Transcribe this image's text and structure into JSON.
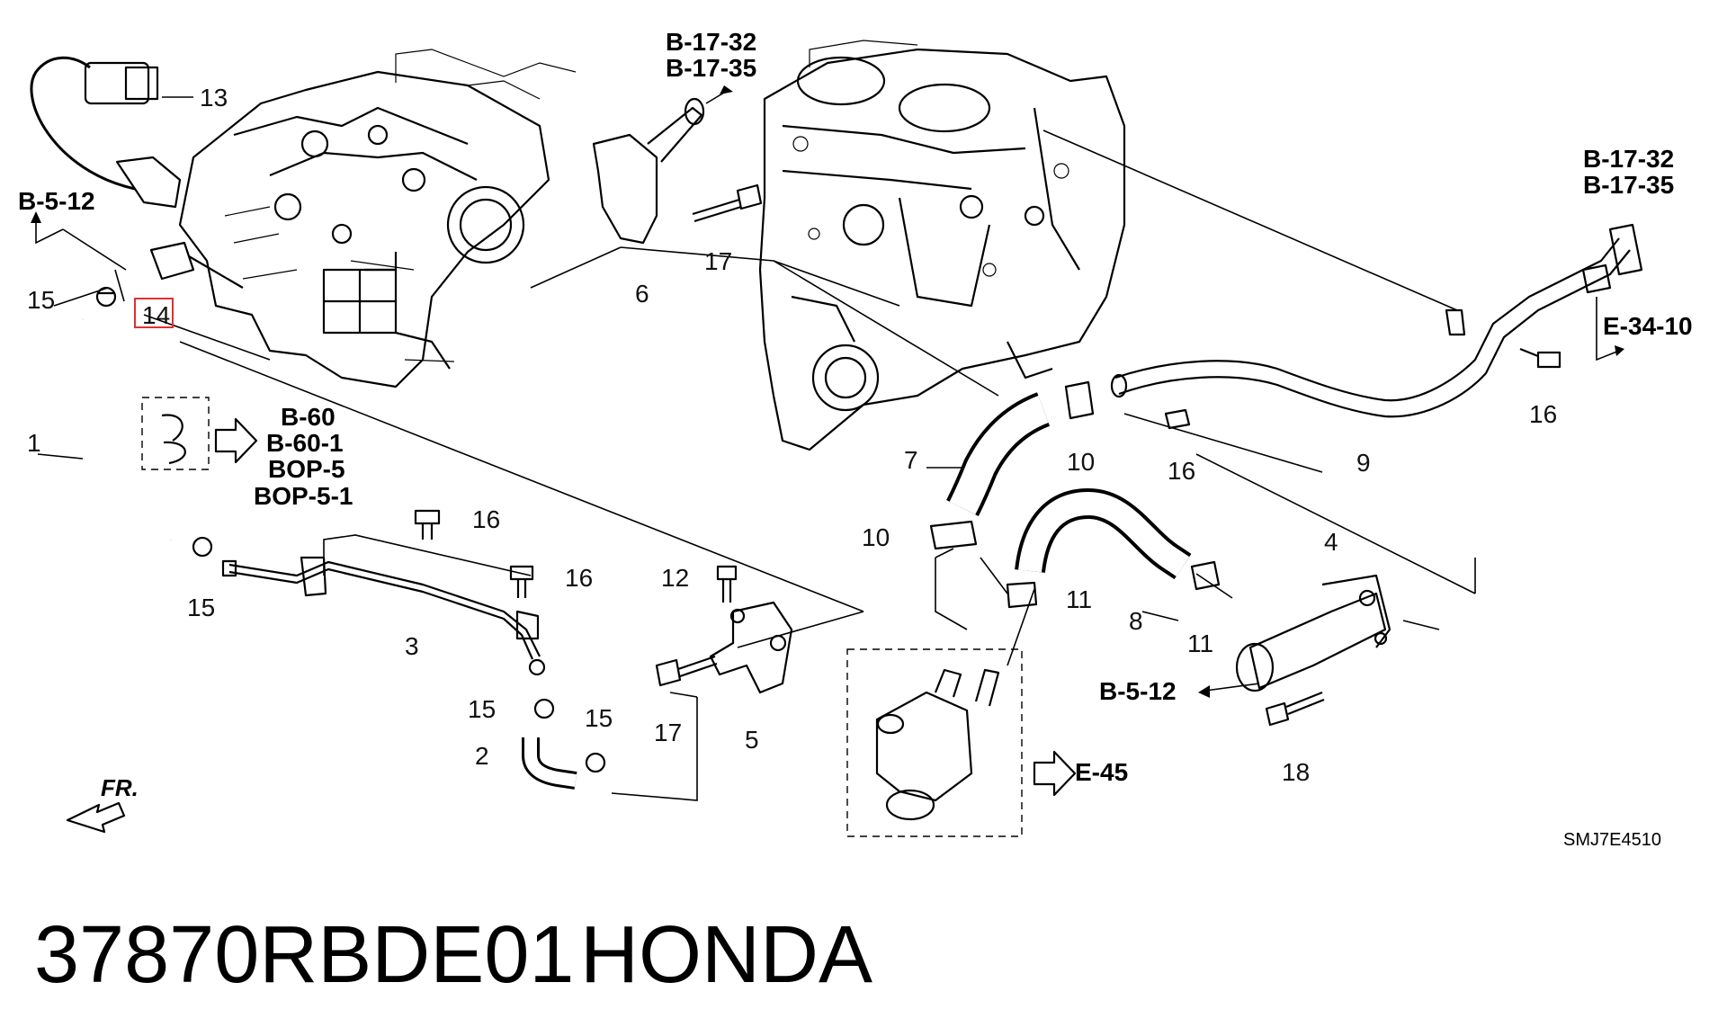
{
  "callouts": {
    "c1": "1",
    "c2": "2",
    "c3": "3",
    "c4": "4",
    "c5": "5",
    "c6": "6",
    "c7": "7",
    "c8": "8",
    "c9": "9",
    "c10a": "10",
    "c10b": "10",
    "c11a": "11",
    "c11b": "11",
    "c12": "12",
    "c13": "13",
    "c14": "14",
    "c15a": "15",
    "c15b": "15",
    "c15c": "15",
    "c15d": "15",
    "c16a": "16",
    "c16b": "16",
    "c16c": "16",
    "c16d": "16",
    "c17a": "17",
    "c17b": "17",
    "c18": "18"
  },
  "refs": {
    "b5_12_left": "B-5-12",
    "b17_32_top": "B-17-32",
    "b17_35_top": "B-17-35",
    "b17_32_right": "B-17-32",
    "b17_35_right": "B-17-35",
    "e34_10": "E-34-10",
    "b60": "B-60",
    "b60_1": "B-60-1",
    "bop5": "BOP-5",
    "bop5_1": "BOP-5-1",
    "b5_12_right": "B-5-12",
    "e45": "E-45"
  },
  "front_label": "FR.",
  "diagram_code": "SMJ7E4510",
  "part_number": "37870RBDE01",
  "brand": "HONDA",
  "colors": {
    "line": "#000000",
    "highlight": "#e03030",
    "background": "#ffffff"
  }
}
